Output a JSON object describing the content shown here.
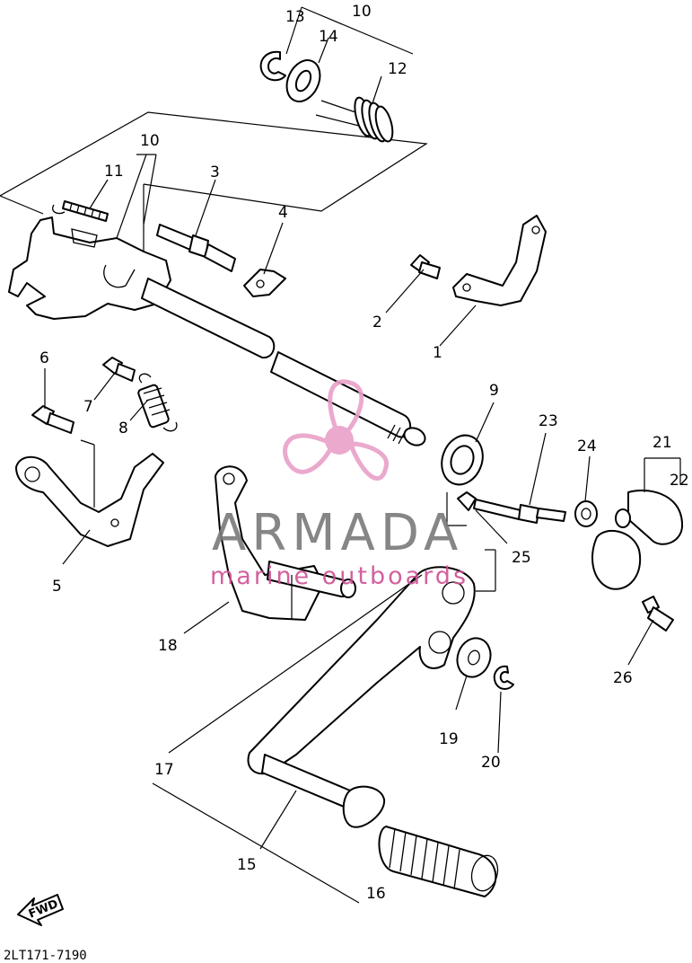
{
  "diagram": {
    "part_labels": {
      "p1": "1",
      "p2": "2",
      "p3": "3",
      "p4": "4",
      "p5": "5",
      "p6": "6",
      "p7": "7",
      "p8": "8",
      "p9": "9",
      "p10a": "10",
      "p10b": "10",
      "p11": "11",
      "p12": "12",
      "p13": "13",
      "p14": "14",
      "p15": "15",
      "p16": "16",
      "p17": "17",
      "p18": "18",
      "p19": "19",
      "p20": "20",
      "p21": "21",
      "p22": "22",
      "p23": "23",
      "p24": "24",
      "p25": "25",
      "p26": "26"
    },
    "drawing_code": "2LT171-7190",
    "direction_marker": "FWD"
  },
  "watermark": {
    "brand": "ARMADA",
    "tagline": "marine outboards",
    "accent_color": "#e8a0c8",
    "text_color": "#7a7a7a"
  }
}
